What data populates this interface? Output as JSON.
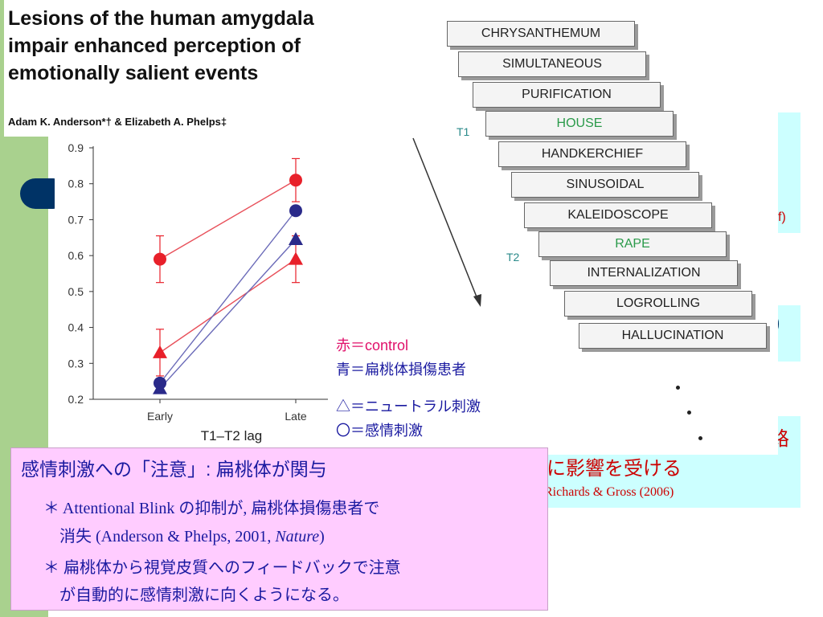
{
  "paper": {
    "title_lines": [
      "Lesions of the human amygdala",
      "impair enhanced perception of",
      "emotionally salient events"
    ],
    "authors": "Adam K. Anderson*† & Elizabeth A. Phelps‡"
  },
  "word_stream": {
    "words": [
      "CHRYSANTHEMUM",
      "SIMULTANEOUS",
      "PURIFICATION",
      "HOUSE",
      "HANDKERCHIEF",
      "SINUSOIDAL",
      "KALEIDOSCOPE",
      "RAPE",
      "INTERNALIZATION",
      "LOGROLLING",
      "HALLUCINATION"
    ],
    "t1_label": "T1",
    "t2_label": "T2"
  },
  "legend": {
    "red": "赤＝control",
    "blue": "青＝扁桃体損傷患者",
    "triangle": "△＝ニュートラル刺激",
    "circle": "〇＝感情刺激"
  },
  "background_fragments": {
    "right1": "f)",
    "right2": ")",
    "right3": "路",
    "red_line": "に影響を受ける",
    "citation": "Richards & Gross (2006)"
  },
  "pink_box": {
    "heading": "感情刺激への「注意」: 扁桃体が関与",
    "bullet1_a": "＊ Attentional Blink の抑制が, 扁桃体損傷患者で",
    "bullet1_b_prefix": "消失 (Anderson & Phelps, 2001, ",
    "bullet1_b_italic": "Nature",
    "bullet1_b_suffix": ")",
    "bullet2_a": "＊ 扁桃体から視覚皮質へのフィードバックで注意",
    "bullet2_b": "が自動的に感情刺激に向くようになる。"
  },
  "chart_data": {
    "type": "line",
    "xlabel": "T1–T2 lag",
    "categories": [
      "Early",
      "Late"
    ],
    "ylim": [
      0.2,
      0.9
    ],
    "yticks": [
      0.2,
      0.3,
      0.4,
      0.5,
      0.6,
      0.7,
      0.8,
      0.9
    ],
    "series": [
      {
        "marker": "circle",
        "color": "#e8202a",
        "values": [
          0.59,
          0.81
        ],
        "errors": [
          0.065,
          0.06
        ]
      },
      {
        "marker": "triangle",
        "color": "#e8202a",
        "values": [
          0.33,
          0.59
        ],
        "errors": [
          0.065,
          0.065
        ]
      },
      {
        "marker": "circle",
        "color": "#2a2a8a",
        "values": [
          0.245,
          0.725
        ],
        "errors": [
          0,
          0
        ]
      },
      {
        "marker": "triangle",
        "color": "#2a2a8a",
        "values": [
          0.23,
          0.645
        ],
        "errors": [
          0,
          0
        ]
      }
    ],
    "line_colors": {
      "red": "#e8505a",
      "blue": "#6a6ab8"
    }
  }
}
